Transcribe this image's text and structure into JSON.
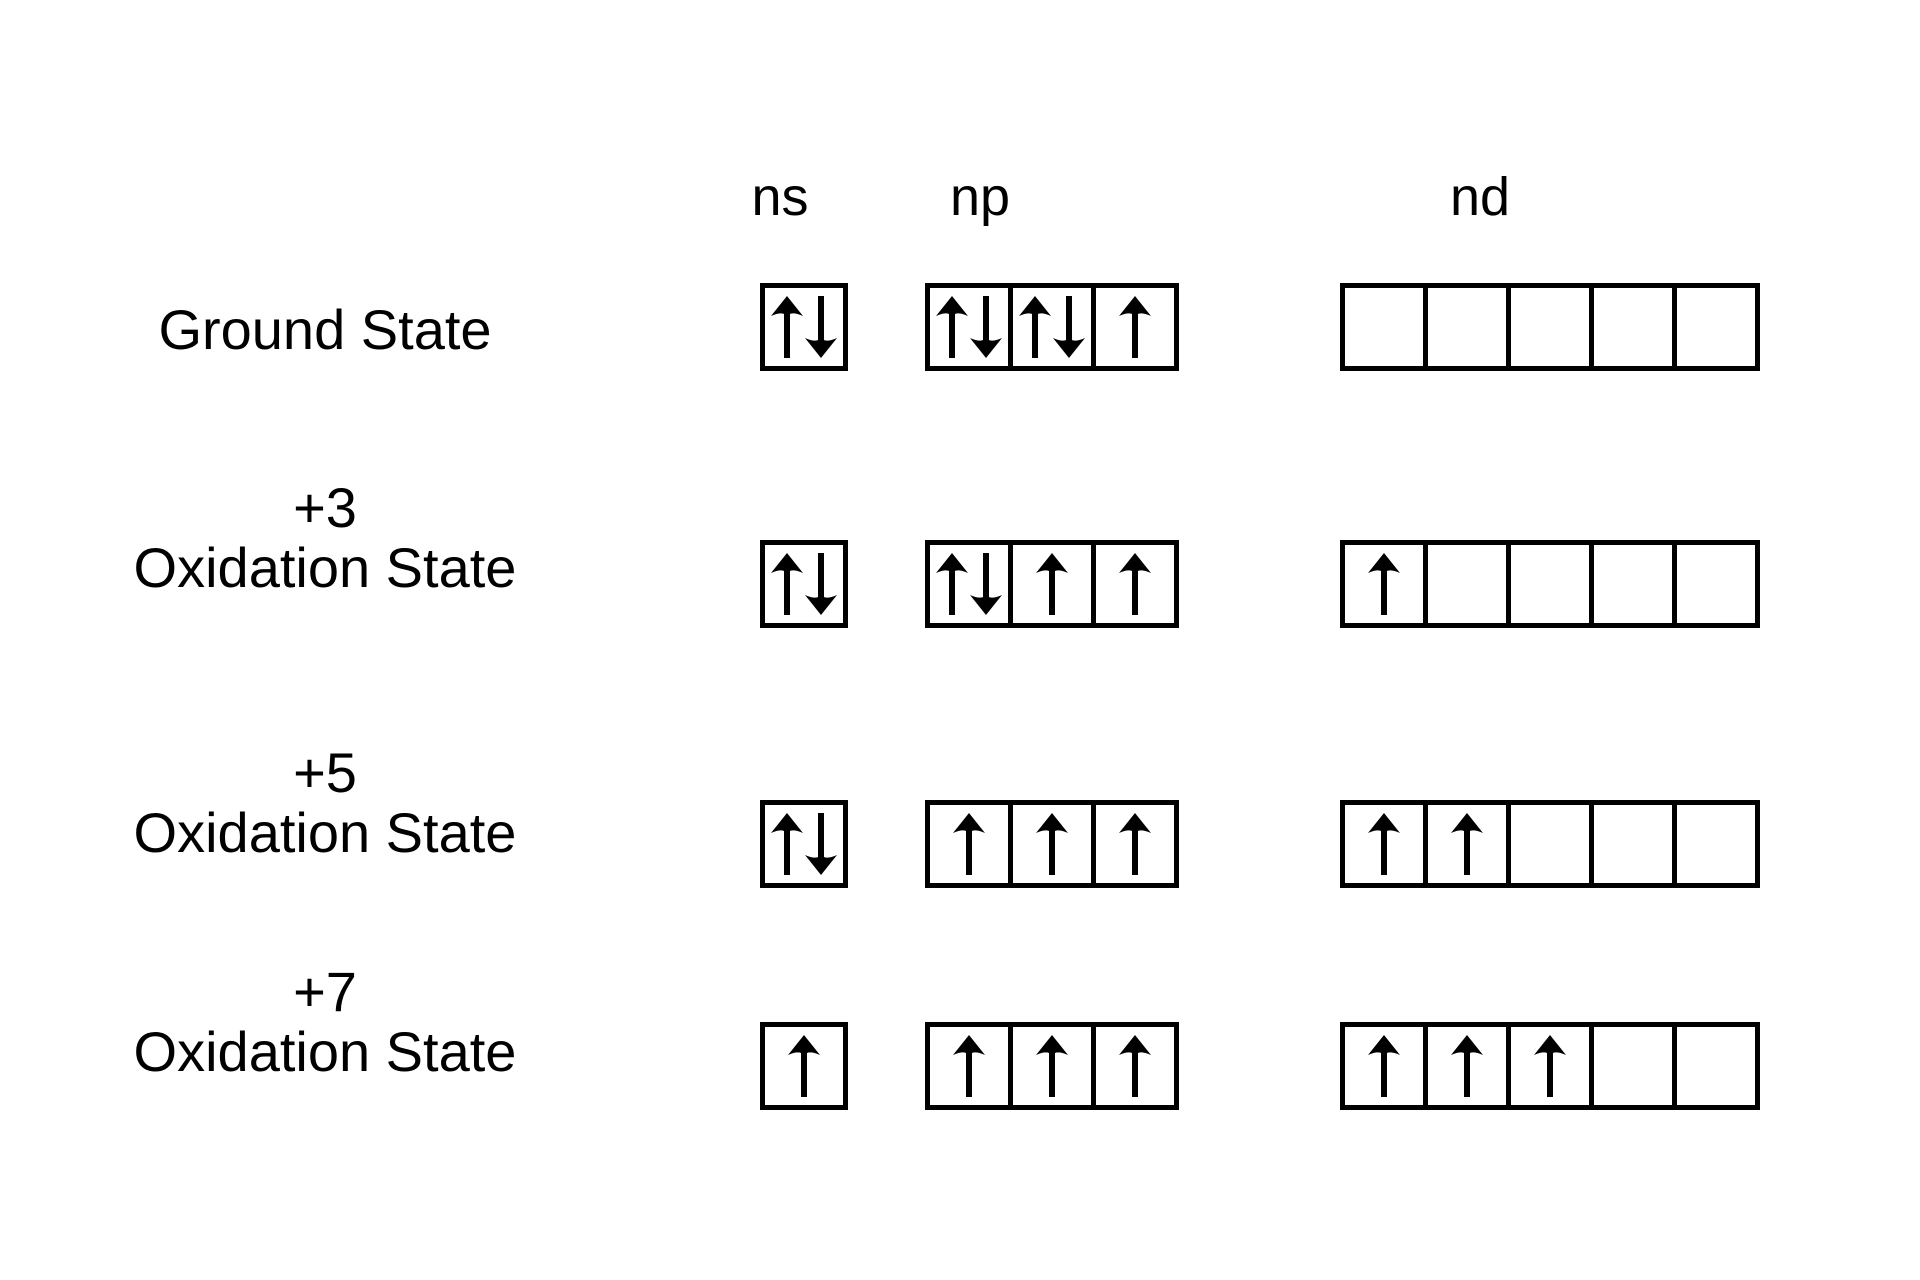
{
  "diagram": {
    "title_visible": false,
    "background_color": "#ffffff",
    "line_color": "#000000",
    "columns": [
      {
        "id": "ns",
        "label": "ns",
        "box_count": 1
      },
      {
        "id": "np",
        "label": "np",
        "box_count": 3
      },
      {
        "id": "nd",
        "label": "nd",
        "box_count": 5
      }
    ],
    "rows": [
      {
        "id": "ground-state",
        "charge": "",
        "label": "Ground State",
        "ns": [
          "updown"
        ],
        "np": [
          "updown",
          "updown",
          "up"
        ],
        "nd": [
          "empty",
          "empty",
          "empty",
          "empty",
          "empty"
        ]
      },
      {
        "id": "oxidation-plus-3",
        "charge": "+3",
        "label": "Oxidation State",
        "ns": [
          "updown"
        ],
        "np": [
          "updown",
          "up",
          "up"
        ],
        "nd": [
          "up",
          "empty",
          "empty",
          "empty",
          "empty"
        ]
      },
      {
        "id": "oxidation-plus-5",
        "charge": "+5",
        "label": "Oxidation State",
        "ns": [
          "updown"
        ],
        "np": [
          "up",
          "up",
          "up"
        ],
        "nd": [
          "up",
          "up",
          "empty",
          "empty",
          "empty"
        ]
      },
      {
        "id": "oxidation-plus-7",
        "charge": "+7",
        "label": "Oxidation State",
        "ns": [
          "up"
        ],
        "np": [
          "up",
          "up",
          "up"
        ],
        "nd": [
          "up",
          "up",
          "up",
          "empty",
          "empty"
        ]
      }
    ],
    "icons": {
      "up_arrow": "spin-up-arrow-icon",
      "down_arrow": "spin-down-arrow-icon",
      "empty": "empty-orbital-box"
    }
  }
}
